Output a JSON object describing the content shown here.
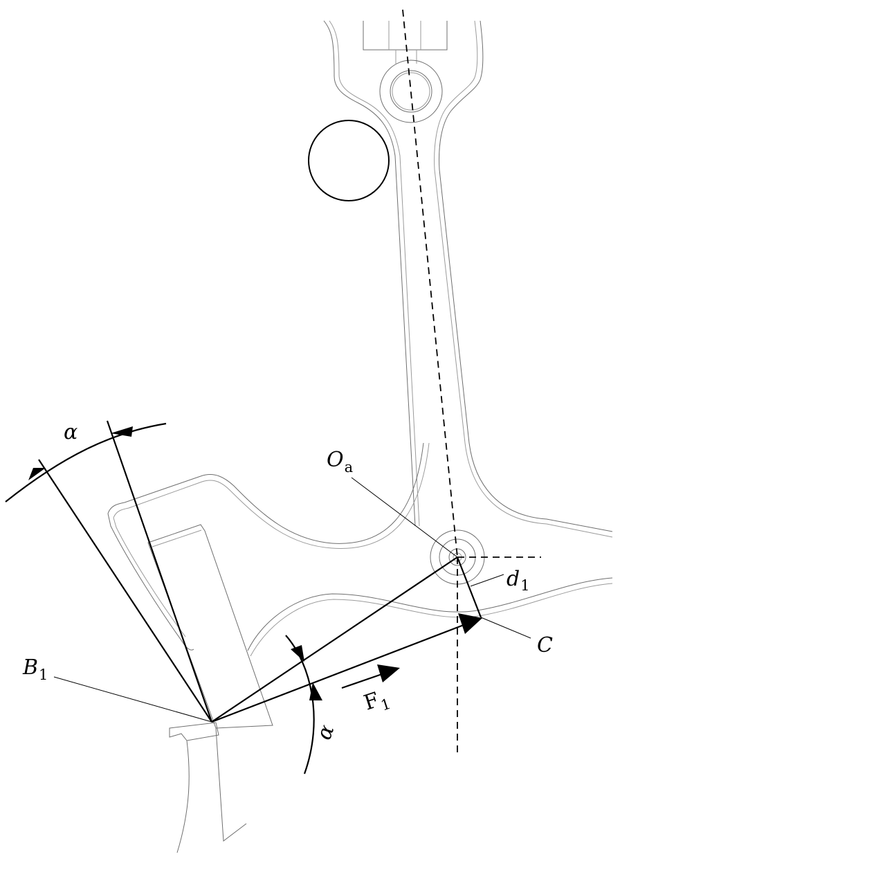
{
  "labels": {
    "alpha_top": "α",
    "alpha_bottom": "α",
    "Oa_main": "O",
    "Oa_sub": "a",
    "d1_main": "d",
    "d1_sub": "1",
    "C": "C",
    "B1_main": "B",
    "B1_sub": "1",
    "F1_main": "F",
    "F1_sub": "1"
  }
}
